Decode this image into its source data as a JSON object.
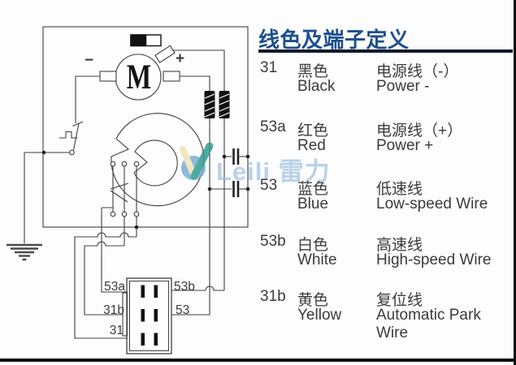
{
  "title": "线色及端子定义",
  "legend": {
    "rows": [
      {
        "terminal": "31",
        "color_cn": "黑色",
        "color_en": "Black",
        "def_cn": "电源线（-）",
        "def_en": "Power -"
      },
      {
        "terminal": "53a",
        "color_cn": "红色",
        "color_en": "Red",
        "def_cn": "电源线（+）",
        "def_en": "Power +"
      },
      {
        "terminal": "53",
        "color_cn": "蓝色",
        "color_en": "Blue",
        "def_cn": "低速线",
        "def_en": "Low-speed Wire"
      },
      {
        "terminal": "53b",
        "color_cn": "白色",
        "color_en": "White",
        "def_cn": "高速线",
        "def_en": "High-speed Wire"
      },
      {
        "terminal": "31b",
        "color_cn": "黄色",
        "color_en": "Yellow",
        "def_cn": "复位线",
        "def_en": "Automatic Park Wire"
      }
    ]
  },
  "diagram": {
    "motor_label": "M",
    "plus_label": "+",
    "minus_label": "−",
    "connector_labels": {
      "pin_53a": "53a",
      "pin_53b": "53b",
      "pin_31b": "31b",
      "pin_53": "53",
      "pin_31": "31"
    }
  },
  "watermark": {
    "latin": "Leili",
    "cjk": "雷力"
  },
  "colors": {
    "title_blue": "#1d4f8b",
    "underline_navy": "#10192e",
    "schematic_line": "#3f3f3f",
    "text_dark": "#3b3b3b",
    "watermark_blue": "#a3c4e4",
    "watermark_teal": "#2f9c8e",
    "watermark_cream": "#eee2b5"
  }
}
